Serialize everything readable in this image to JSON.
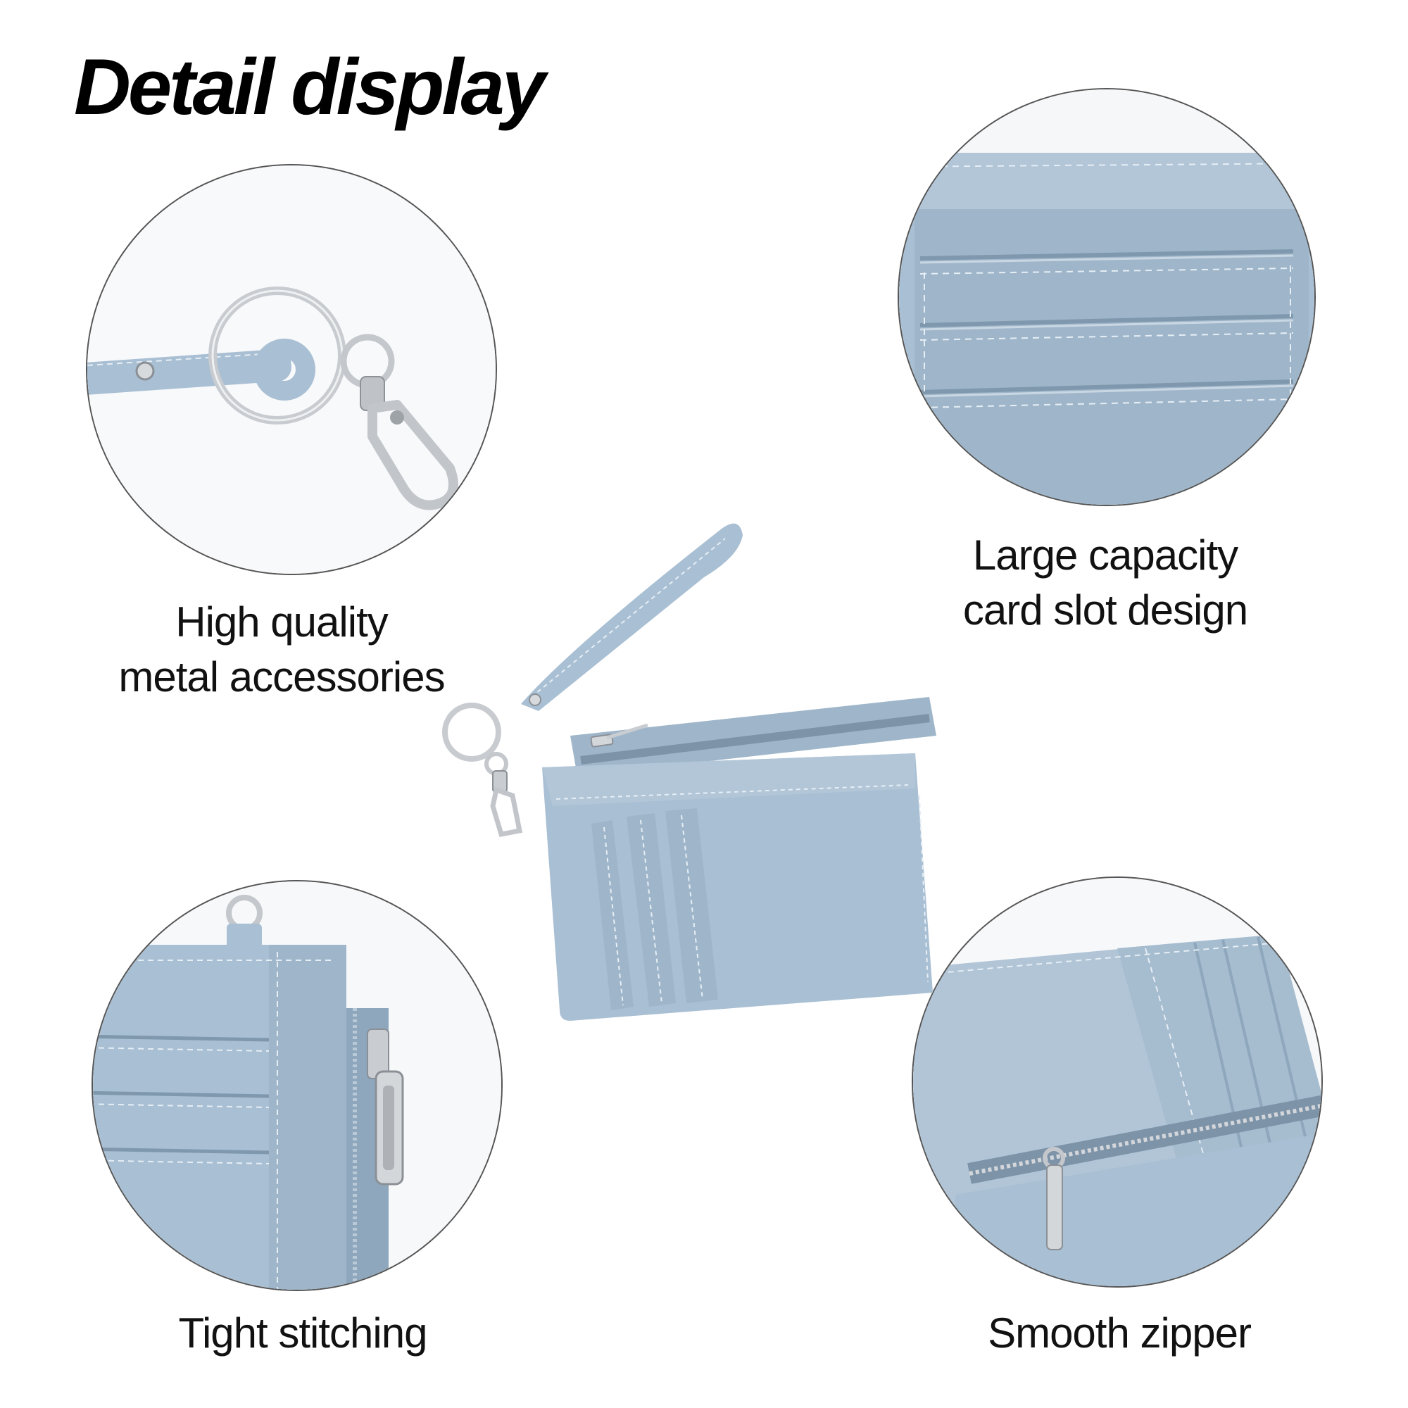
{
  "title": "Detail display",
  "features": [
    {
      "id": "metal",
      "lines": [
        "High quality",
        "metal accessories"
      ]
    },
    {
      "id": "card-slot",
      "lines": [
        "Large capacity",
        "card slot design"
      ]
    },
    {
      "id": "stitching",
      "lines": [
        "Tight stitching"
      ]
    },
    {
      "id": "zipper",
      "lines": [
        "Smooth zipper"
      ]
    }
  ],
  "colors": {
    "leather": "#a9bfd3",
    "leather_dark": "#8ea7bd",
    "stitch": "#e6eef5",
    "metal": "#c9ccd0",
    "outline": "#555555"
  }
}
